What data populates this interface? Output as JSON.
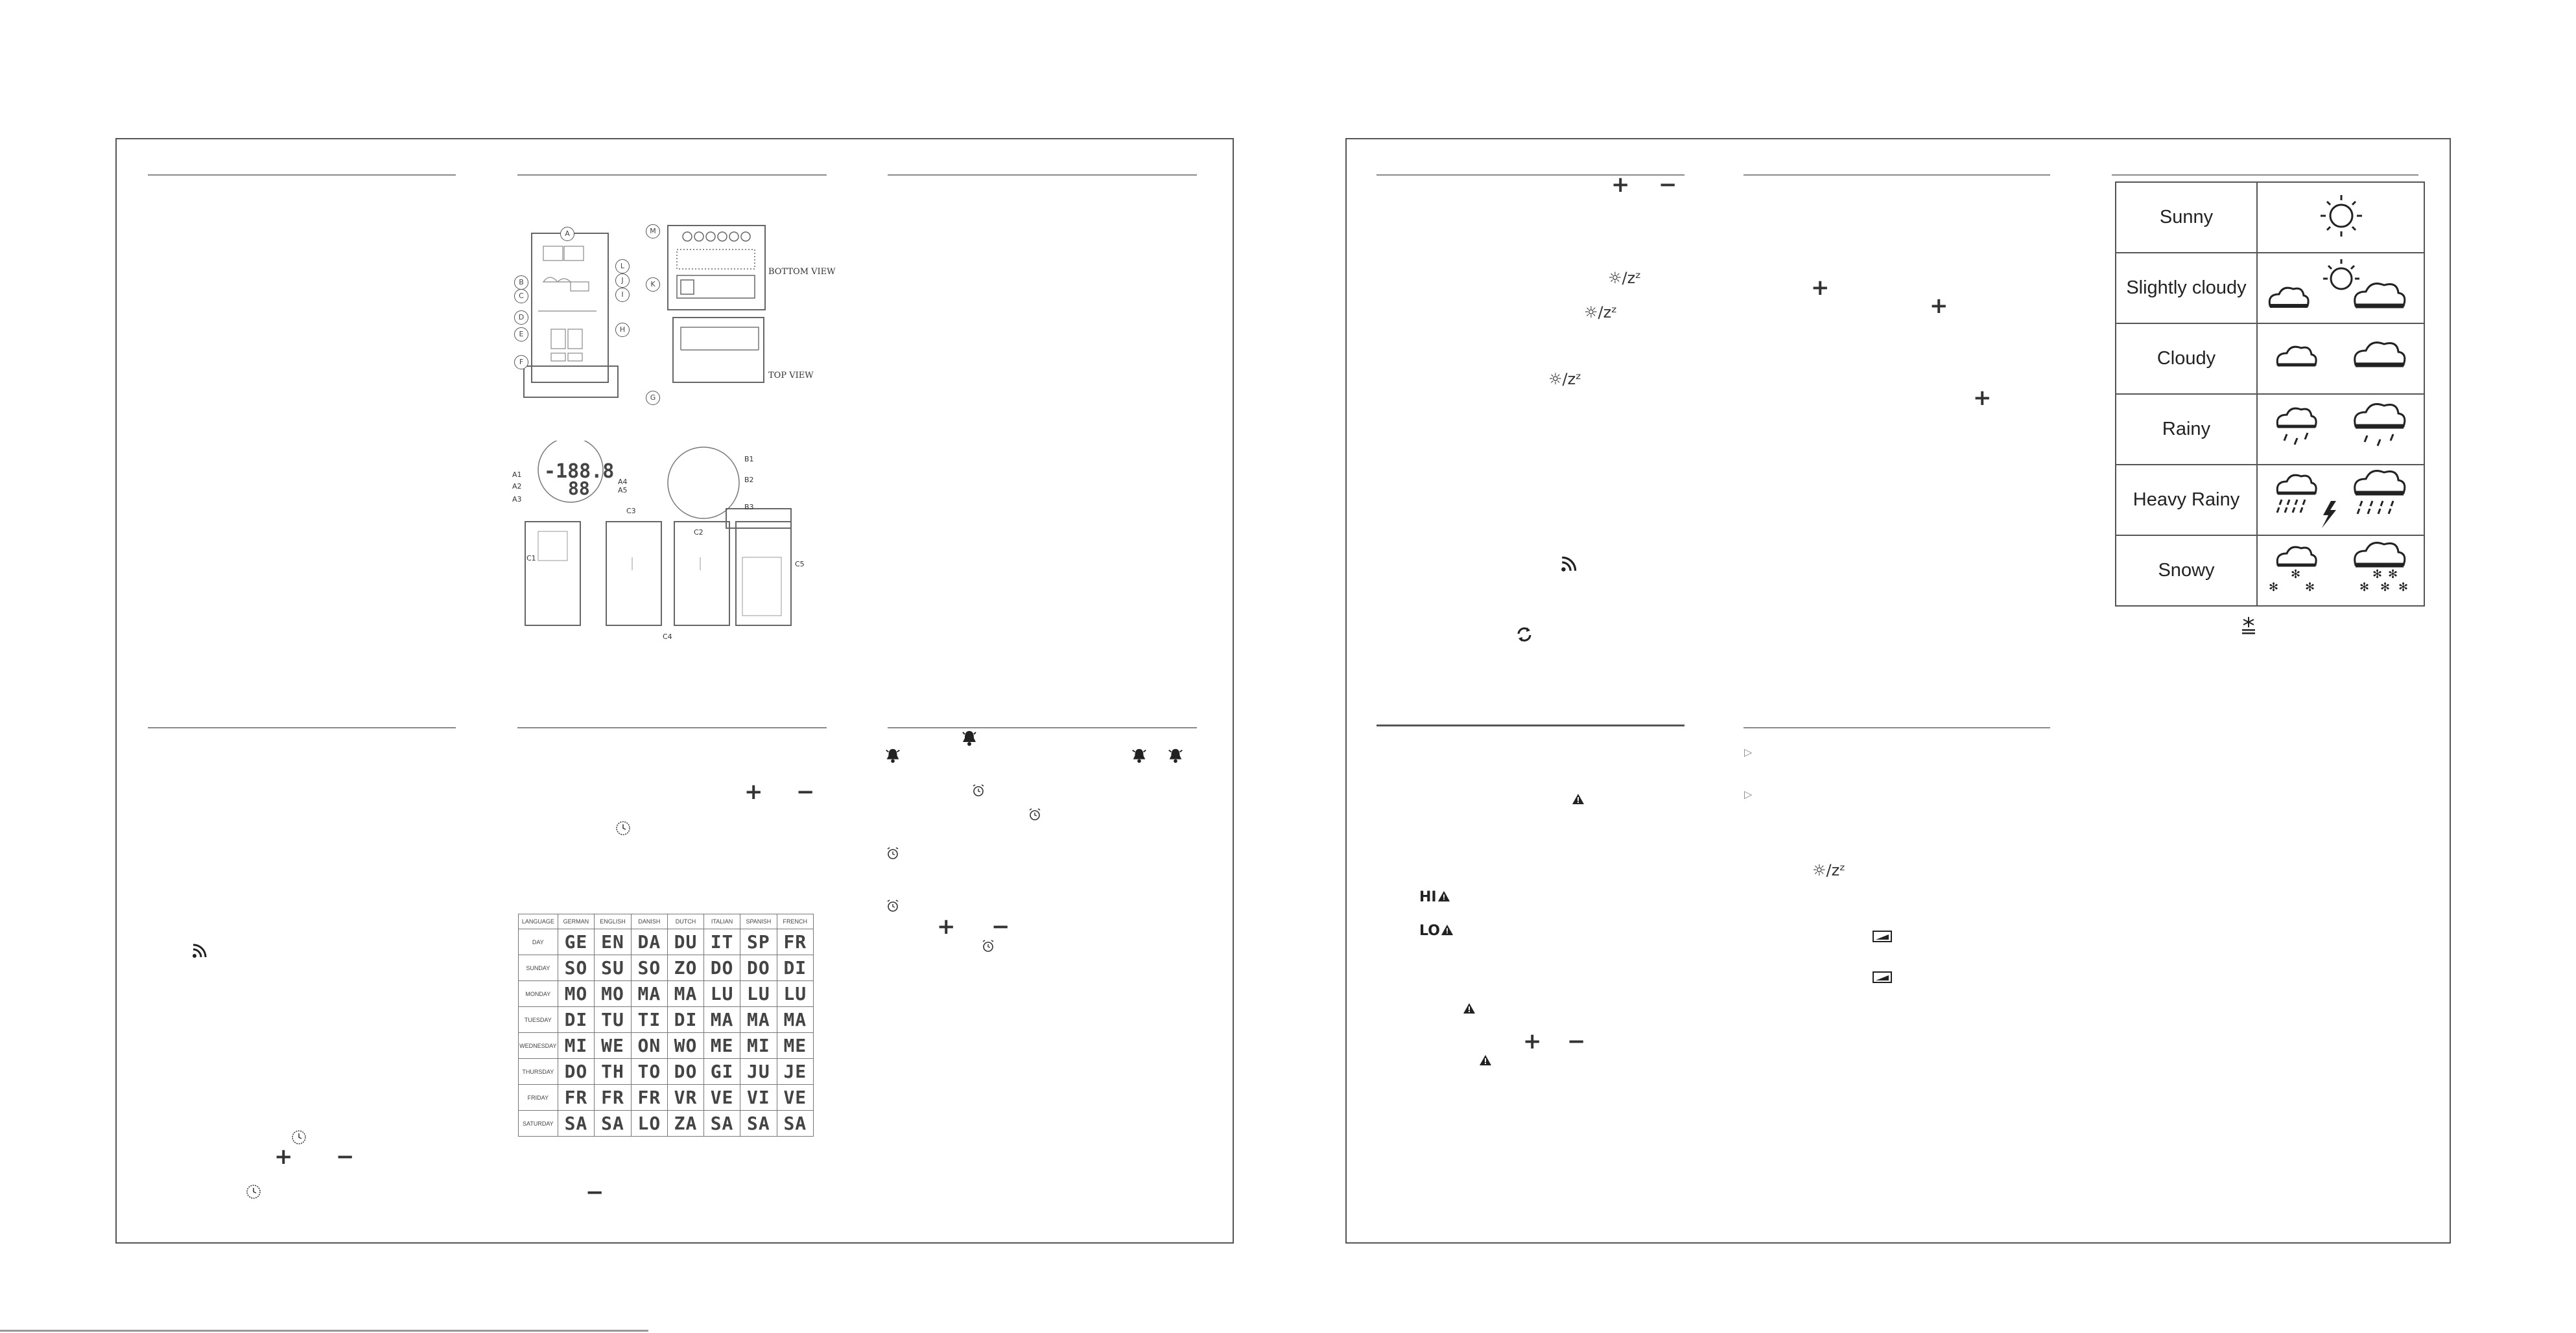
{
  "symbols": {
    "plus": "+",
    "minus": "−",
    "light_snooze": "☼/zᶻ",
    "hi_alert": "HI",
    "lo_alert": "LO",
    "triangle": "▲",
    "arrow_right": "▷"
  },
  "diagrams": {
    "callouts_front": [
      "A",
      "B",
      "C",
      "D",
      "E",
      "F",
      "L",
      "J",
      "I",
      "H"
    ],
    "callouts_right": [
      "M",
      "K",
      "G"
    ],
    "bottom_view": "BOTTOM VIEW",
    "top_view": "TOP VIEW",
    "sensor_labels": [
      "A1",
      "A2",
      "A3",
      "A4",
      "A5",
      "B1",
      "B2",
      "B3",
      "C1",
      "C2",
      "C3",
      "C4",
      "C5"
    ],
    "lcd_top": "-188.8",
    "lcd_bottom": "88"
  },
  "language_table": {
    "header": [
      "LANGUAGE",
      "GERMAN",
      "ENGLISH",
      "DANISH",
      "DUTCH",
      "ITALIAN",
      "SPANISH",
      "FRENCH"
    ],
    "row_labels": [
      "DAY",
      "SUNDAY",
      "MONDAY",
      "TUESDAY",
      "WEDNESDAY",
      "THURSDAY",
      "FRIDAY",
      "SATURDAY"
    ],
    "rows": [
      [
        "GE",
        "EN",
        "DA",
        "DU",
        "IT",
        "SP",
        "FR"
      ],
      [
        "SO",
        "SU",
        "SO",
        "ZO",
        "DO",
        "DO",
        "DI"
      ],
      [
        "MO",
        "MO",
        "MA",
        "MA",
        "LU",
        "LU",
        "LU"
      ],
      [
        "DI",
        "TU",
        "TI",
        "DI",
        "MA",
        "MA",
        "MA"
      ],
      [
        "MI",
        "WE",
        "ON",
        "WO",
        "ME",
        "MI",
        "ME"
      ],
      [
        "DO",
        "TH",
        "TO",
        "DO",
        "GI",
        "JU",
        "JE"
      ],
      [
        "FR",
        "FR",
        "FR",
        "VR",
        "VE",
        "VI",
        "VE"
      ],
      [
        "SA",
        "SA",
        "LO",
        "ZA",
        "SA",
        "SA",
        "SA"
      ]
    ]
  },
  "weather_table": [
    {
      "label": "Sunny",
      "icon": "sun-icon"
    },
    {
      "label": "Slightly  cloudy",
      "icon": "sun-cloud-icon"
    },
    {
      "label": "Cloudy",
      "icon": "cloud-icon"
    },
    {
      "label": "Rainy",
      "icon": "rain-icon"
    },
    {
      "label": "Heavy Rainy",
      "icon": "heavy-rain-icon"
    },
    {
      "label": "Snowy",
      "icon": "snow-icon"
    }
  ]
}
